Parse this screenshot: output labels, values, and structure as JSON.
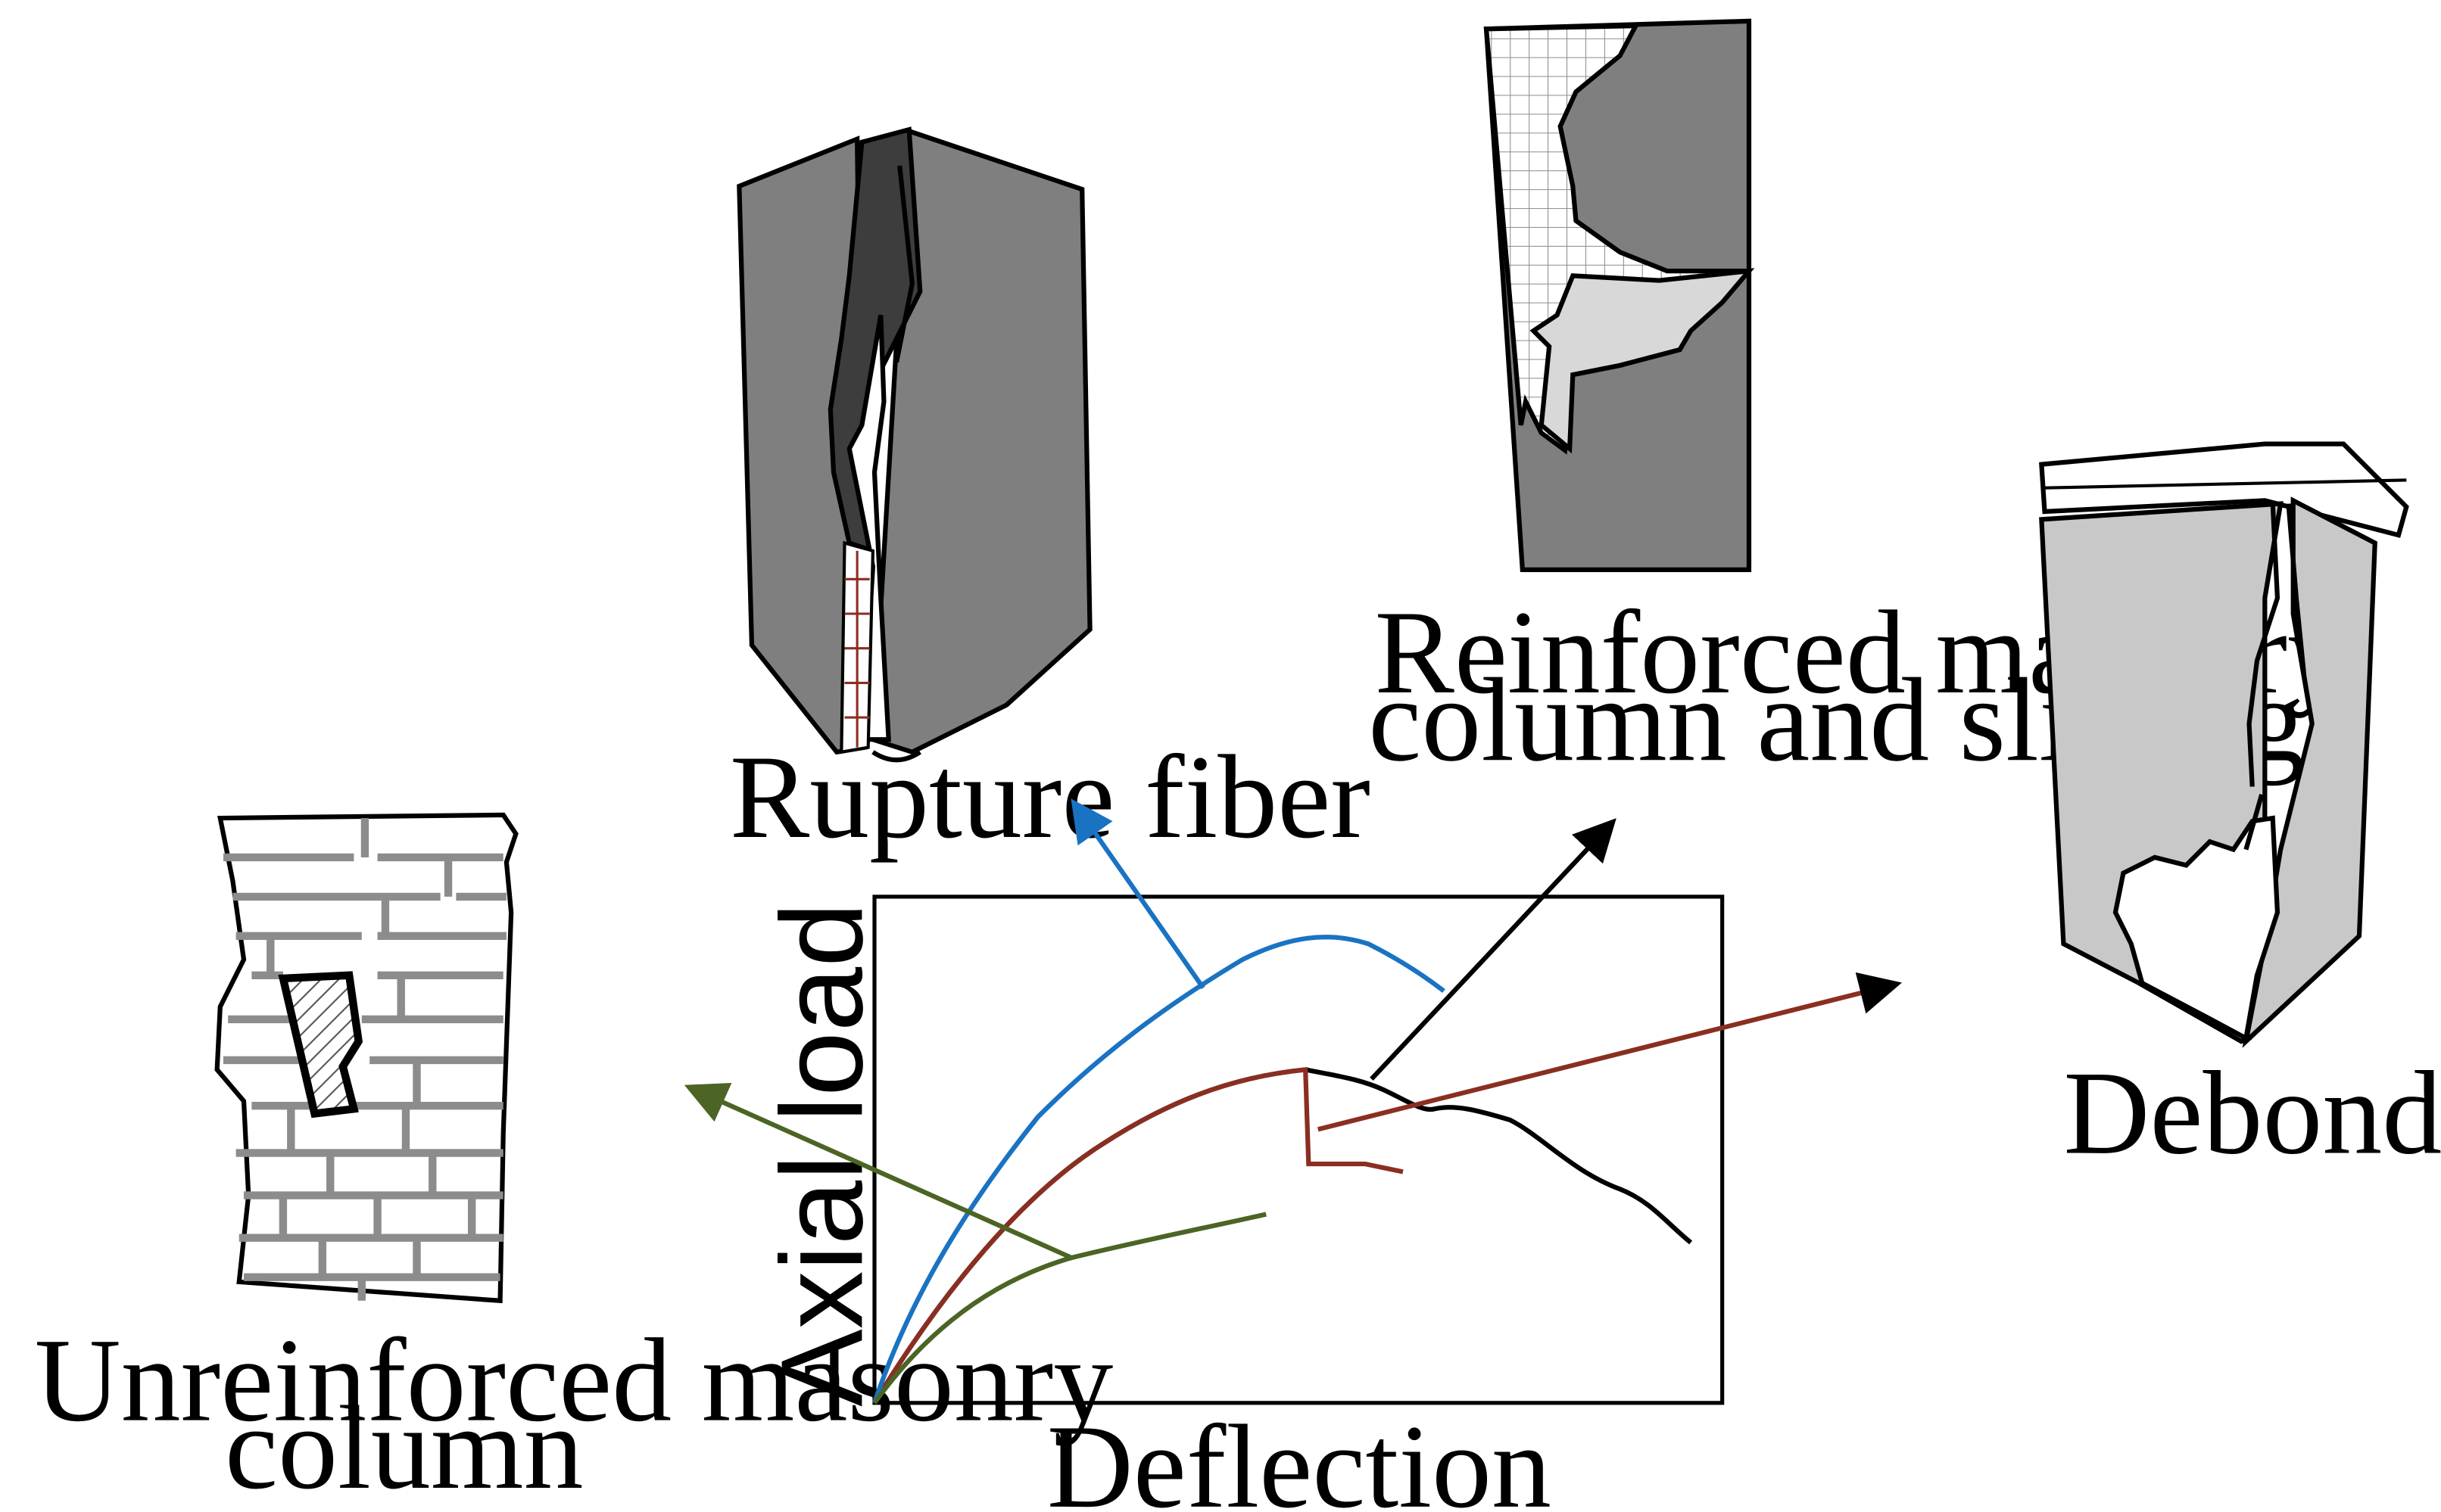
{
  "labels": {
    "rupture": "Rupture fiber",
    "reinforced_1": "Reinforced masonry",
    "reinforced_2": "column and slippage",
    "debonding": "Debonding",
    "unreinforced_1": "Unreinforced masonry",
    "unreinforced_2": "column"
  },
  "chart": {
    "xlabel": "Deflection",
    "ylabel": "Axial load"
  },
  "colors": {
    "blue": "#1a73c2",
    "red": "#8b2e22",
    "green": "#4c6424",
    "black": "#000000",
    "dark_gray": "#7f7f7f",
    "light_gray": "#c8c8c8",
    "brick_gray": "#8c8c8c"
  }
}
